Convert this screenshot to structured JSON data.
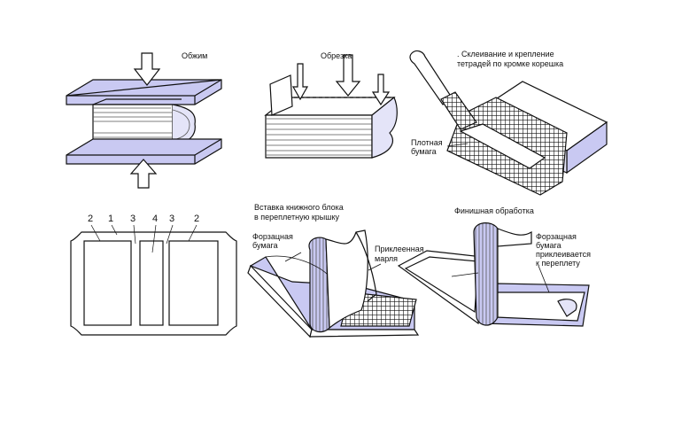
{
  "labels": {
    "press": "Обжим",
    "trim": "Обрезка",
    "glue_line1": ". Склеивание и крепление",
    "glue_line2": "тетрадей по кромке корешка",
    "dense_paper_line1": "Плотная",
    "dense_paper_line2": "бумага",
    "insert_line1": "Вставка книжного блока",
    "insert_line2": "в переплетную крышку",
    "endpaper_line1": "Форзацная",
    "endpaper_line2": "бумага",
    "glued_gauze_line1": "Приклеенная",
    "glued_gauze_line2": "марля",
    "finish": "Финишная обработка",
    "endpaper_glued_line1": "Форзацная",
    "endpaper_glued_line2": "бумага",
    "endpaper_glued_line3": "приклеивается",
    "endpaper_glued_line4": "к переплету"
  },
  "cover_numbers": [
    "2",
    "1",
    "3",
    "4",
    "3",
    "2"
  ],
  "colors": {
    "lavender": "#c9c9f2",
    "light_lavender": "#e4e4f8",
    "outline": "#111111"
  }
}
